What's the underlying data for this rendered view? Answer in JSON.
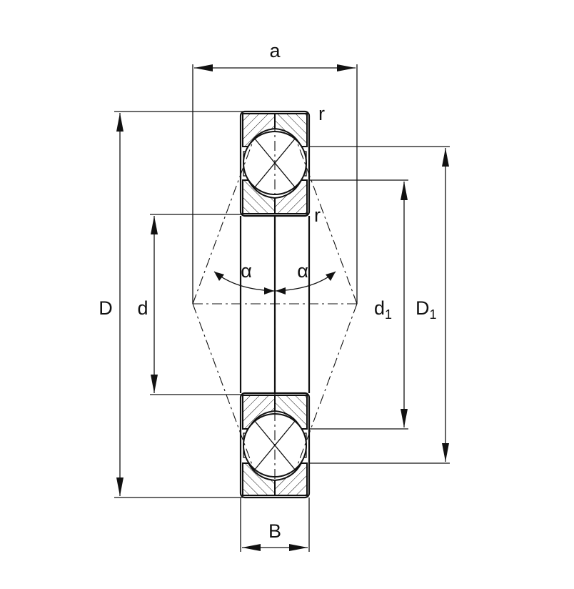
{
  "labels": {
    "a": "a",
    "r_top": "r",
    "r_mid": "r",
    "alpha_left": "α",
    "alpha_right": "α",
    "D": "D",
    "d": "d",
    "d1_main": "d",
    "d1_sub": "1",
    "D1_main": "D",
    "D1_sub": "1",
    "B": "B"
  }
}
